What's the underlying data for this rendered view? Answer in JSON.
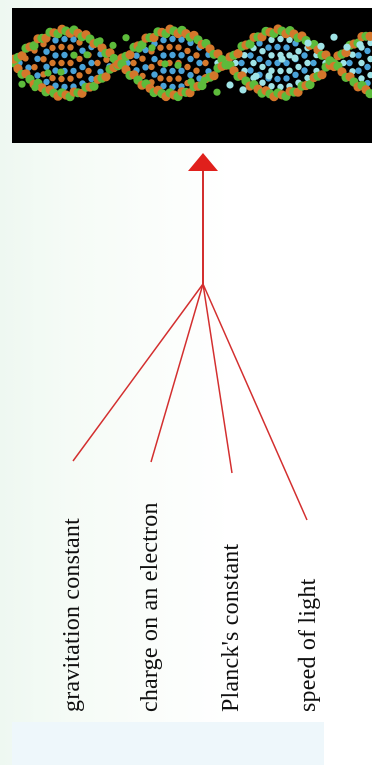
{
  "labels": [
    "gravitation constant",
    "charge on an electron",
    "Planck's constant",
    "speed of light"
  ],
  "colors": {
    "arrow": "#e0201c",
    "lines": "#d32f2f",
    "dna_green": "#5dbb3b",
    "dna_orange": "#d4772b",
    "dna_blue": "#4aa3d9",
    "dna_cyan": "#9fe3e6",
    "background_top": "#000000"
  },
  "icons": {
    "dna": "dna-helix-icon",
    "arrow": "arrow-up-icon"
  }
}
